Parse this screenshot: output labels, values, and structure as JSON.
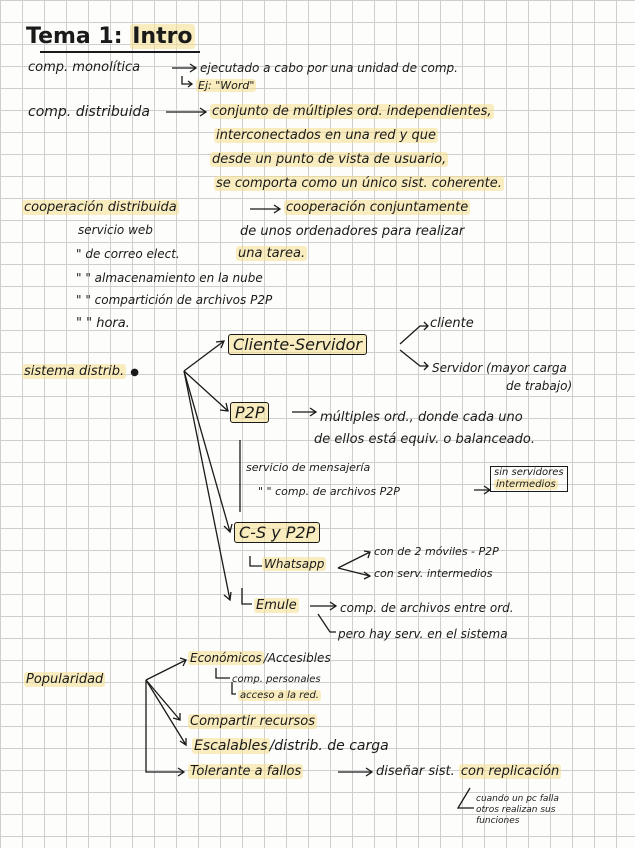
{
  "title": {
    "tema": "Tema 1:",
    "intro": "Intro"
  },
  "monolitica": {
    "label": "comp. monolítica",
    "def": "ejecutado a cabo por una unidad de comp.",
    "ej": "Ej: \"Word\""
  },
  "distribuida": {
    "label": "comp. distribuida",
    "l1": "conjunto de múltiples ord. independientes,",
    "l2": "interconectados en una red y que",
    "l3": "desde un punto de vista de usuario,",
    "l4": "se comporta como un único sist. coherente."
  },
  "cooperacion": {
    "label": "cooperación distribuida",
    "l1": "cooperación conjuntamente",
    "l2": "de unos ordenadores para realizar",
    "l3": "una tarea."
  },
  "servicios": {
    "s1": "servicio web",
    "s2": "\" de correo elect.",
    "s3": "\" \" almacenamiento en la nube",
    "s4": "\" \" compartición de archivos P2P",
    "s5": "\" \" hora."
  },
  "sistema": {
    "label": "sistema distrib.",
    "cs": "Cliente-Servidor",
    "cliente": "cliente",
    "servidor": "Servidor (mayor carga",
    "servidor2": "de trabajo)",
    "p2p": "P2P",
    "p2p_l1": "múltiples ord., donde cada uno",
    "p2p_l2": "de ellos está equiv. o balanceado.",
    "msg1": "servicio de mensajería",
    "msg2": "\" \" comp. de archivos P2P",
    "sin1": "sin servidores",
    "sin2": "intermedios",
    "csp2p": "C-S y P2P",
    "whatsapp": "Whatsapp",
    "wa1": "con de 2 móviles - P2P",
    "wa2": "con serv. intermedios",
    "emule": "Emule",
    "em1": "comp. de archivos entre ord.",
    "em2": "pero hay serv. en el sistema"
  },
  "popularidad": {
    "label": "Popularidad",
    "eco": "Económicos",
    "acc": "/Accesibles",
    "eco1": "comp. personales",
    "eco2": "acceso a la red.",
    "compartir": "Compartir recursos",
    "escal": "Escalables",
    "escal2": "/distrib. de carga",
    "tol": "Tolerante a fallos",
    "tol2": "diseñar sist.",
    "tol3": "con replicación",
    "nota1": "cuando un pc falla",
    "nota2": "otros realizan sus",
    "nota3": "funciones"
  }
}
